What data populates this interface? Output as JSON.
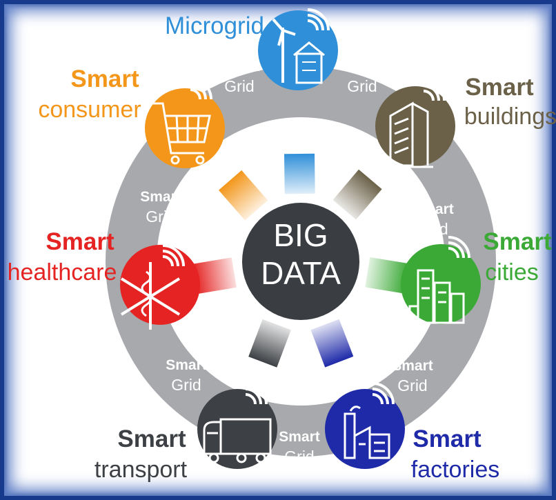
{
  "center": {
    "line1": "BIG",
    "line2": "DATA"
  },
  "ring_label": {
    "word1": "Smart",
    "word2": "Grid"
  },
  "nodes": [
    {
      "key": "microgrid",
      "line1": "",
      "line2": "Microgrid",
      "color": "#2f8fd8",
      "icon": "wind-turbine-house-icon"
    },
    {
      "key": "buildings",
      "line1": "Smart",
      "line2": "buildings",
      "color": "#6b6148",
      "icon": "building-icon"
    },
    {
      "key": "cities",
      "line1": "Smart",
      "line2": "cities",
      "color": "#3aa935",
      "icon": "city-icon"
    },
    {
      "key": "factories",
      "line1": "Smart",
      "line2": "factories",
      "color": "#1e2aa8",
      "icon": "factory-icon"
    },
    {
      "key": "transport",
      "line1": "Smart",
      "line2": "transport",
      "color": "#3d4044",
      "icon": "truck-icon"
    },
    {
      "key": "healthcare",
      "line1": "Smart",
      "line2": "healthcare",
      "color": "#e42322",
      "icon": "medical-star-icon"
    },
    {
      "key": "consumer",
      "line1": "Smart",
      "line2": "consumer",
      "color": "#f3961a",
      "icon": "shopping-cart-icon"
    }
  ]
}
